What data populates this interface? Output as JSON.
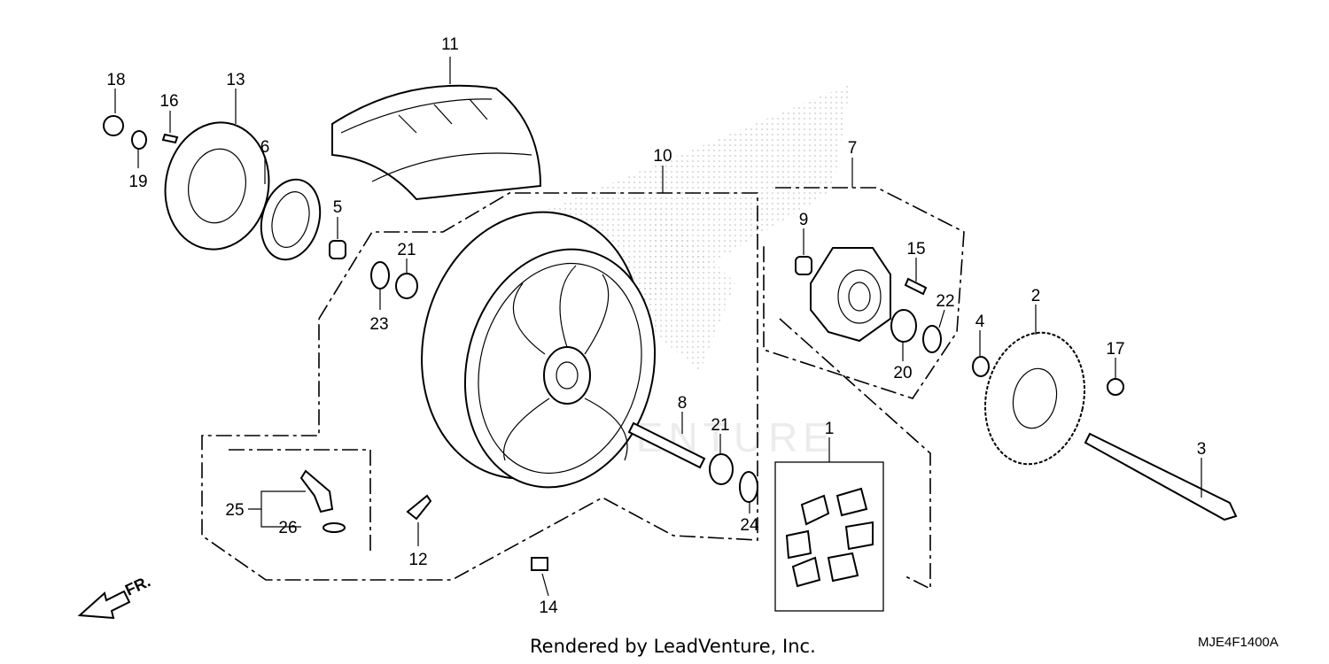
{
  "diagram": {
    "callouts": [
      "11",
      "18",
      "16",
      "13",
      "6",
      "19",
      "5",
      "21",
      "23",
      "10",
      "7",
      "9",
      "15",
      "22",
      "20",
      "4",
      "2",
      "17",
      "3",
      "8",
      "21",
      "1",
      "24",
      "25",
      "26",
      "12",
      "14"
    ],
    "watermark": "LEADVENTURE",
    "orientation_label": "FR."
  },
  "footer": {
    "credit": "Rendered by LeadVenture, Inc.",
    "code": "MJE4F1400A"
  }
}
